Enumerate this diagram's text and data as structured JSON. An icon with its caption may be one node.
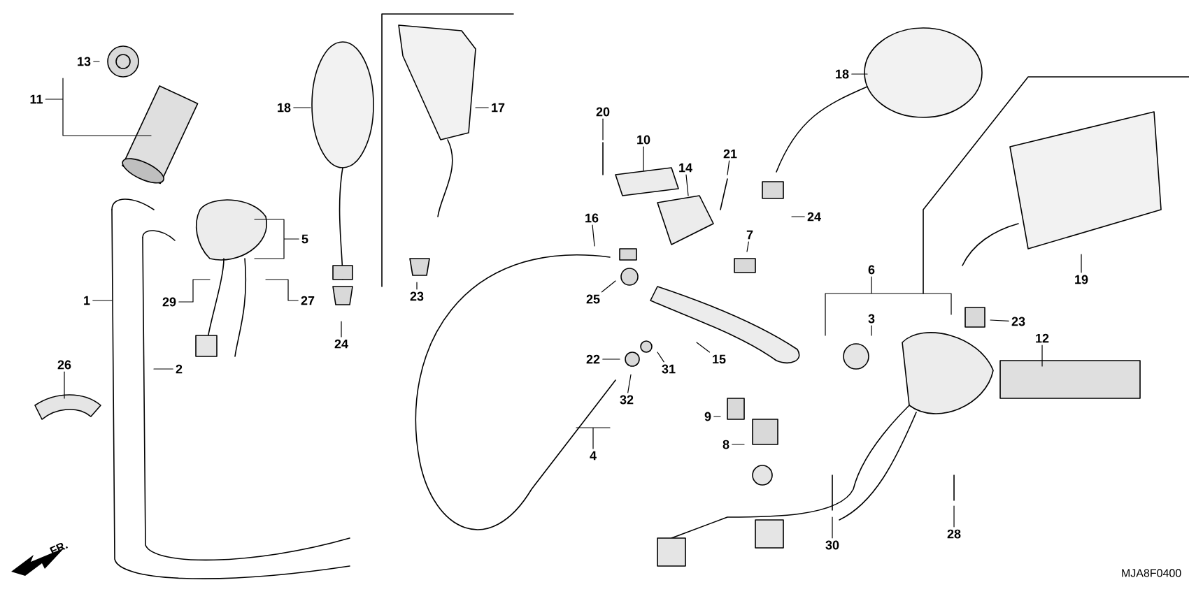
{
  "diagram": {
    "nodes": [
      {
        "text": [
          "13"
        ]
      },
      {
        "text": [
          "11"
        ]
      },
      {
        "text": [
          "18"
        ]
      },
      {
        "text": [
          "17"
        ]
      },
      {
        "text": [
          "20"
        ]
      },
      {
        "text": [
          "18"
        ]
      },
      {
        "text": [
          "10"
        ]
      },
      {
        "text": [
          "21"
        ]
      },
      {
        "text": [
          "14"
        ]
      },
      {
        "text": [
          "16"
        ]
      },
      {
        "text": [
          "24"
        ]
      },
      {
        "text": [
          "7"
        ]
      },
      {
        "text": [
          "5"
        ]
      },
      {
        "text": [
          "6"
        ]
      },
      {
        "text": [
          "19"
        ]
      },
      {
        "text": [
          "25"
        ]
      },
      {
        "text": [
          "1"
        ]
      },
      {
        "text": [
          "29"
        ]
      },
      {
        "text": [
          "27"
        ]
      },
      {
        "text": [
          "23"
        ]
      },
      {
        "text": [
          "23"
        ]
      },
      {
        "text": [
          "3"
        ]
      },
      {
        "text": [
          "12"
        ]
      },
      {
        "text": [
          "24"
        ]
      },
      {
        "text": [
          "22"
        ]
      },
      {
        "text": [
          "31"
        ]
      },
      {
        "text": [
          "15"
        ]
      },
      {
        "text": [
          "26"
        ]
      },
      {
        "text": [
          "2"
        ]
      },
      {
        "text": [
          "32"
        ]
      },
      {
        "text": [
          "9"
        ]
      },
      {
        "text": [
          "4"
        ]
      },
      {
        "text": [
          "8"
        ]
      },
      {
        "text": [
          "28"
        ]
      },
      {
        "text": [
          "30"
        ]
      }
    ],
    "edges": [
      {
        "from": 0,
        "to": null,
        "arrow": "none"
      },
      {
        "from": 1,
        "to": null,
        "arrow": "none"
      },
      {
        "from": 2,
        "to": null,
        "arrow": "none"
      },
      {
        "from": 3,
        "to": null,
        "arrow": "none"
      },
      {
        "from": 4,
        "to": null,
        "arrow": "none"
      },
      {
        "from": 5,
        "to": null,
        "arrow": "none"
      },
      {
        "from": 6,
        "to": null,
        "arrow": "none"
      },
      {
        "from": 7,
        "to": null,
        "arrow": "none"
      },
      {
        "from": 8,
        "to": null,
        "arrow": "none"
      },
      {
        "from": 9,
        "to": null,
        "arrow": "none"
      },
      {
        "from": 10,
        "to": null,
        "arrow": "none"
      },
      {
        "from": 11,
        "to": null,
        "arrow": "none"
      },
      {
        "from": 12,
        "to": null,
        "arrow": "none"
      },
      {
        "from": 13,
        "to": null,
        "arrow": "none"
      },
      {
        "from": 14,
        "to": null,
        "arrow": "none"
      },
      {
        "from": 15,
        "to": null,
        "arrow": "none"
      },
      {
        "from": 16,
        "to": null,
        "arrow": "none"
      },
      {
        "from": 17,
        "to": null,
        "arrow": "none"
      },
      {
        "from": 18,
        "to": null,
        "arrow": "none"
      },
      {
        "from": 19,
        "to": null,
        "arrow": "none"
      },
      {
        "from": 20,
        "to": null,
        "arrow": "none"
      },
      {
        "from": 21,
        "to": null,
        "arrow": "none"
      },
      {
        "from": 22,
        "to": null,
        "arrow": "none"
      },
      {
        "from": 23,
        "to": null,
        "arrow": "none"
      },
      {
        "from": 24,
        "to": null,
        "arrow": "none"
      },
      {
        "from": 25,
        "to": null,
        "arrow": "none"
      },
      {
        "from": 26,
        "to": null,
        "arrow": "none"
      },
      {
        "from": 27,
        "to": null,
        "arrow": "none"
      },
      {
        "from": 28,
        "to": null,
        "arrow": "none"
      },
      {
        "from": 29,
        "to": null,
        "arrow": "none"
      },
      {
        "from": 30,
        "to": null,
        "arrow": "none"
      },
      {
        "from": 31,
        "to": null,
        "arrow": "none"
      },
      {
        "from": 32,
        "to": null,
        "arrow": "none"
      },
      {
        "from": 33,
        "to": null,
        "arrow": "none"
      },
      {
        "from": 34,
        "to": null,
        "arrow": "none"
      }
    ],
    "labels": [
      "FR.",
      "MJA8F0400"
    ]
  }
}
